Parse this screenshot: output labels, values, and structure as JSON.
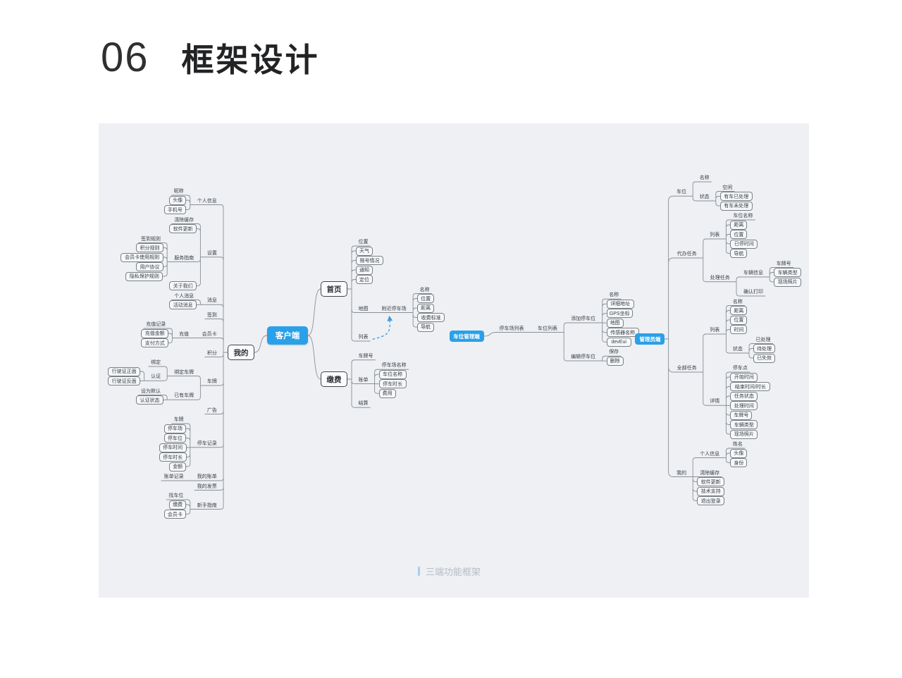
{
  "page": {
    "number": "06",
    "title": "框架设计",
    "caption": "三端功能框架"
  },
  "colors": {
    "accent_blue": "#2aa0e8",
    "panel_bg": "#eef0f3",
    "connector": "#8a8f97",
    "node_border": "#7b8087",
    "node_text": "#3b4047",
    "dashed_link": "#3d9ddc",
    "caption_bar": "#a6d0ee",
    "caption_text": "#b7bdc5"
  },
  "trees": [
    {
      "id": "client",
      "root": {
        "t": "客户端",
        "s": "root-lg"
      },
      "branches": [
        {
          "t": "我的",
          "s": "main",
          "c": [
            {
              "t": "个人信息",
              "c": [
                {
                  "t": "昵称"
                },
                {
                  "t": "头像",
                  "s": "box"
                },
                {
                  "t": "手机号",
                  "s": "box"
                }
              ]
            },
            {
              "t": "设置",
              "c": [
                {
                  "t": "清除缓存"
                },
                {
                  "t": "软件更新",
                  "s": "box"
                },
                {
                  "t": "服务指南",
                  "c": [
                    {
                      "t": "签到规则"
                    },
                    {
                      "t": "积分规则",
                      "s": "box"
                    },
                    {
                      "t": "会员卡使用规则",
                      "s": "box"
                    },
                    {
                      "t": "用户协议",
                      "s": "box"
                    },
                    {
                      "t": "隐私保护规则",
                      "s": "box"
                    }
                  ]
                },
                {
                  "t": "关于我们",
                  "s": "box"
                }
              ]
            },
            {
              "t": "消息",
              "c": [
                {
                  "t": "个人消息"
                },
                {
                  "t": "活动消息",
                  "s": "box"
                }
              ]
            },
            {
              "t": "签到"
            },
            {
              "t": "会员卡",
              "c": [
                {
                  "t": "充值",
                  "c": [
                    {
                      "t": "充值记录"
                    },
                    {
                      "t": "充值金额",
                      "s": "box"
                    },
                    {
                      "t": "支付方式",
                      "s": "box"
                    }
                  ]
                }
              ]
            },
            {
              "t": "积分"
            },
            {
              "t": "车牌",
              "c": [
                {
                  "t": "绑定车牌",
                  "c": [
                    {
                      "t": "绑定"
                    },
                    {
                      "t": "认证",
                      "c": [
                        {
                          "t": "行驶证正面",
                          "s": "box"
                        },
                        {
                          "t": "行驶证反面",
                          "s": "box"
                        }
                      ]
                    }
                  ]
                },
                {
                  "t": "已有车牌",
                  "c": [
                    {
                      "t": "设为默认"
                    },
                    {
                      "t": "认证状态",
                      "s": "box"
                    }
                  ]
                }
              ]
            },
            {
              "t": "广告"
            },
            {
              "t": "停车记录",
              "c": [
                {
                  "t": "车牌"
                },
                {
                  "t": "停车场",
                  "s": "box"
                },
                {
                  "t": "停车位",
                  "s": "box"
                },
                {
                  "t": "停车时间",
                  "s": "box"
                },
                {
                  "t": "停车时长",
                  "s": "box"
                },
                {
                  "t": "金额",
                  "s": "box"
                }
              ]
            },
            {
              "t": "我的账单",
              "c": [
                {
                  "t": "账单记录"
                }
              ]
            },
            {
              "t": "我的发票"
            },
            {
              "t": "新手指南",
              "c": [
                {
                  "t": "找车位"
                },
                {
                  "t": "缴费",
                  "s": "box"
                },
                {
                  "t": "会员卡",
                  "s": "box"
                }
              ]
            }
          ]
        },
        {
          "t": "首页",
          "s": "main",
          "c": [
            {
              "t": "位置"
            },
            {
              "t": "天气",
              "s": "box"
            },
            {
              "t": "限号情况",
              "s": "box"
            },
            {
              "t": "通知",
              "s": "box"
            },
            {
              "t": "定位",
              "s": "box"
            },
            {
              "t": "地图",
              "c": [
                {
                  "t": "附近停车场",
                  "c": [
                    {
                      "t": "名称"
                    },
                    {
                      "t": "位置",
                      "s": "box"
                    },
                    {
                      "t": "距离",
                      "s": "box"
                    },
                    {
                      "t": "收费标准",
                      "s": "box"
                    },
                    {
                      "t": "导航",
                      "s": "box"
                    }
                  ]
                }
              ]
            },
            {
              "t": "列表"
            }
          ]
        },
        {
          "t": "缴费",
          "s": "main",
          "c": [
            {
              "t": "车牌号"
            },
            {
              "t": "账单",
              "c": [
                {
                  "t": "停车场名称"
                },
                {
                  "t": "车位名称",
                  "s": "box"
                },
                {
                  "t": "停车时长",
                  "s": "box"
                },
                {
                  "t": "费用",
                  "s": "box"
                }
              ]
            },
            {
              "t": "结算"
            }
          ]
        }
      ]
    },
    {
      "id": "parking-space-management",
      "root": {
        "t": "车位管理端",
        "s": "root-sm"
      },
      "branches": [
        {
          "t": "停车场列表",
          "c": [
            {
              "t": "车位列表",
              "c": [
                {
                  "t": "添加停车位",
                  "c": [
                    {
                      "t": "名称"
                    },
                    {
                      "t": "详细地址",
                      "s": "box"
                    },
                    {
                      "t": "GPS坐标",
                      "s": "box"
                    },
                    {
                      "t": "地图",
                      "s": "box"
                    },
                    {
                      "t": "传感器名称",
                      "s": "box"
                    },
                    {
                      "t": "devEui",
                      "s": "box"
                    }
                  ]
                },
                {
                  "t": "编辑停车位",
                  "c": [
                    {
                      "t": "保存"
                    },
                    {
                      "t": "删除",
                      "s": "box"
                    }
                  ]
                }
              ]
            }
          ]
        }
      ]
    },
    {
      "id": "administrator",
      "root": {
        "t": "管理员端",
        "s": "root-sm"
      },
      "branches": [
        {
          "t": "车位",
          "c": [
            {
              "t": "名称"
            },
            {
              "t": "状态",
              "c": [
                {
                  "t": "空闲"
                },
                {
                  "t": "有车已处理",
                  "s": "box"
                },
                {
                  "t": "有车未处理",
                  "s": "box"
                }
              ]
            }
          ]
        },
        {
          "t": "代办任务",
          "c": [
            {
              "t": "列表",
              "c": [
                {
                  "t": "车位名称"
                },
                {
                  "t": "距离",
                  "s": "box"
                },
                {
                  "t": "位置",
                  "s": "box"
                },
                {
                  "t": "已停时间",
                  "s": "box"
                },
                {
                  "t": "导航",
                  "s": "box"
                }
              ]
            },
            {
              "t": "处理任务",
              "c": [
                {
                  "t": "车辆信息",
                  "c": [
                    {
                      "t": "车牌号"
                    },
                    {
                      "t": "车辆类型",
                      "s": "box"
                    },
                    {
                      "t": "现场照片",
                      "s": "box"
                    }
                  ]
                },
                {
                  "t": "确认打印"
                }
              ]
            }
          ]
        },
        {
          "t": "全部任务",
          "c": [
            {
              "t": "列表",
              "c": [
                {
                  "t": "名称"
                },
                {
                  "t": "距离",
                  "s": "box"
                },
                {
                  "t": "位置",
                  "s": "box"
                },
                {
                  "t": "时间",
                  "s": "box"
                },
                {
                  "t": "状态",
                  "c": [
                    {
                      "t": "已处理"
                    },
                    {
                      "t": "待处理",
                      "s": "box"
                    },
                    {
                      "t": "已失效",
                      "s": "box"
                    }
                  ]
                }
              ]
            },
            {
              "t": "详情",
              "c": [
                {
                  "t": "停车点"
                },
                {
                  "t": "开始时间",
                  "s": "box"
                },
                {
                  "t": "结束时间/时长",
                  "s": "box"
                },
                {
                  "t": "任务状态",
                  "s": "box"
                },
                {
                  "t": "处理时间",
                  "s": "box"
                },
                {
                  "t": "车牌号",
                  "s": "box"
                },
                {
                  "t": "车辆类型",
                  "s": "box"
                },
                {
                  "t": "现场照片",
                  "s": "box"
                }
              ]
            }
          ]
        },
        {
          "t": "我的",
          "c": [
            {
              "t": "个人信息",
              "c": [
                {
                  "t": "姓名"
                },
                {
                  "t": "头像",
                  "s": "box"
                },
                {
                  "t": "身份",
                  "s": "box"
                }
              ]
            },
            {
              "t": "清除缓存"
            },
            {
              "t": "软件更新",
              "s": "box"
            },
            {
              "t": "技术支持",
              "s": "box"
            },
            {
              "t": "退出登录",
              "s": "box"
            }
          ]
        }
      ]
    }
  ],
  "cross_link": {
    "from": "列表",
    "to": "附近停车场",
    "style": "dashed-arrow"
  }
}
